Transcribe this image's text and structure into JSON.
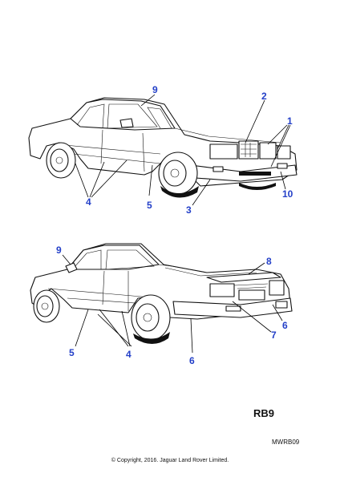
{
  "diagram": {
    "callouts": {
      "c1": "1",
      "c2": "2",
      "c3": "3",
      "c4a": "4",
      "c5a": "5",
      "c9a": "9",
      "c10": "10",
      "c9b": "9",
      "c8": "8",
      "c6a": "6",
      "c7": "7",
      "c5b": "5",
      "c4b": "4",
      "c6b": "6"
    },
    "ref_code": "RB9",
    "illustration_id": "MWRB09",
    "copyright": "© Copyright, 2016. Jaguar Land Rover Limited."
  }
}
